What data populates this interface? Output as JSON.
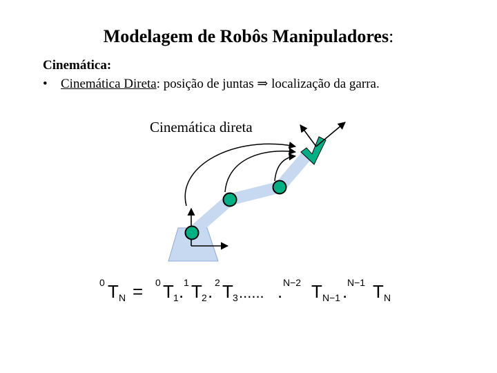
{
  "slide": {
    "title_main": "Modelagem de Robôs Manipuladores",
    "title_colon": ":",
    "section_heading": "Cinemática:",
    "bullet_symbol": "•",
    "bullet_term": "Cinemática Direta",
    "bullet_colon": ":",
    "bullet_text_before_arrow": " posição de juntas ",
    "bullet_arrow": "⇒",
    "bullet_text_after_arrow": " localização da garra."
  },
  "diagram": {
    "label": "Cinemática direta",
    "colors": {
      "link": "#c6d9f1",
      "link_stroke": "#8faadc",
      "joint": "#00b085",
      "gripper": "#00b085"
    }
  },
  "formula": {
    "lhs_sup": "0",
    "lhs_T": "T",
    "lhs_sub": "N",
    "equals": "=",
    "t1_sup": "0",
    "t1_T": "T",
    "t1_sub": "1",
    "dot": ".",
    "t2_sup": "1",
    "t2_T": "T",
    "t2_sub": "2",
    "t3_sup": "2",
    "t3_T": "T",
    "t3_sub": "3",
    "ellipsis": "......",
    "t4_sup": "N−2",
    "t4_T": "T",
    "t4_sub": "N−1",
    "t5_sup": "N−1",
    "t5_T": "T",
    "t5_sub": "N"
  }
}
